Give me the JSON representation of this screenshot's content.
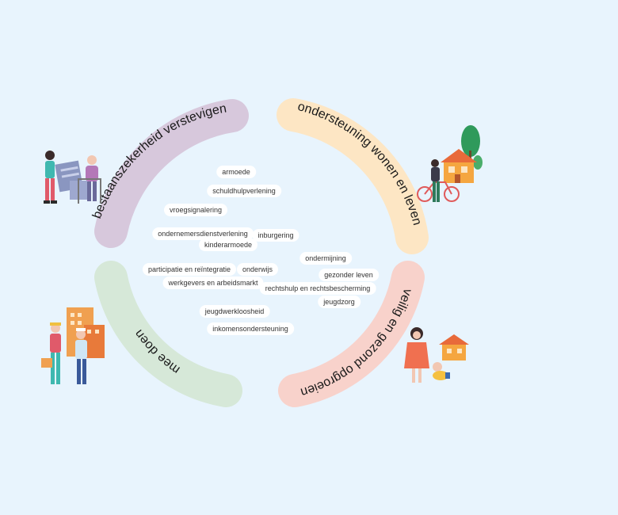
{
  "sections": {
    "top_left": {
      "label": "bestaanszekerheid verstevigen",
      "color": "#d7c8dc"
    },
    "top_right": {
      "label": "ondersteuning wonen en leven",
      "color": "#fde6c4"
    },
    "bottom_right": {
      "label": "veilig en gezond opgroeien",
      "color": "#f8d2cb"
    },
    "bottom_left": {
      "label": "mee doen",
      "color": "#d6e8d8"
    }
  },
  "keywords": [
    "armoede",
    "schuldhulpverlening",
    "vroegsignalering",
    "ondernemersdienstverlening",
    "inburgering",
    "kinderarmoede",
    "ondermijning",
    "participatie en reïntegratie",
    "onderwijs",
    "gezonder leven",
    "werkgevers en arbeidsmarkt",
    "rechtshulp en rechtsbescherming",
    "jeugdzorg",
    "jeugdwerkloosheid",
    "inkomensondersteuning"
  ]
}
